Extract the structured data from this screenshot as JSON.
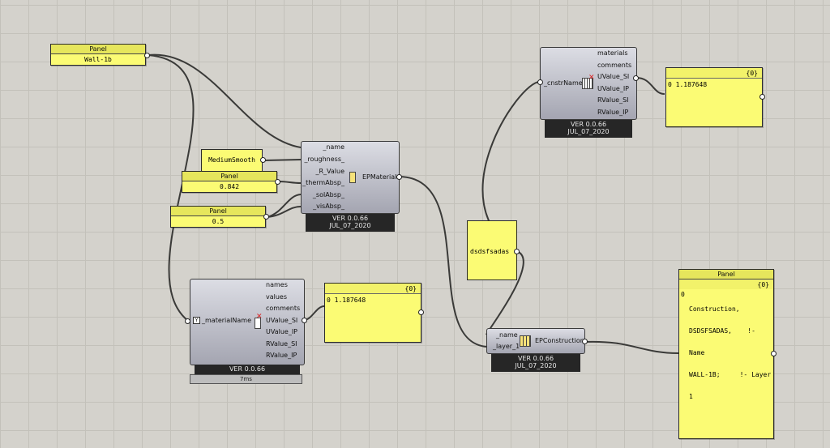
{
  "panel_wall": {
    "title": "Panel",
    "text": "Wall-1b"
  },
  "panel_roughness": {
    "text": "MediumSmooth"
  },
  "panel_therm": {
    "title": "Panel",
    "text": "0.842"
  },
  "panel_sol": {
    "title": "Panel",
    "text": "0.5"
  },
  "panel_text": {
    "text": "dsdsfsadas"
  },
  "epmaterial": {
    "inputs": [
      "_name",
      "_roughness_",
      "_R_Value",
      "_thermAbsp_",
      "_solAbsp_",
      "_visAbsp_"
    ],
    "output": "EPMaterial",
    "ver": "VER 0.0.66",
    "date": "JUL_07_2020"
  },
  "decompose_material": {
    "input": "_materialName",
    "outputs": [
      "names",
      "values",
      "comments",
      "UValue_SI",
      "UValue_IP",
      "RValue_SI",
      "RValue_IP"
    ],
    "ver": "VER 0.0.66",
    "date": "",
    "timer": "7ms"
  },
  "decompose_construction": {
    "input": "_cnstrName",
    "outputs": [
      "materials",
      "comments",
      "UValue_SI",
      "UValue_IP",
      "RValue_SI",
      "RValue_IP"
    ],
    "ver": "VER 0.0.66",
    "date": "JUL_07_2020"
  },
  "epconstruction": {
    "inputs": [
      "_name",
      "_layer_1"
    ],
    "output": "EPConstruction",
    "ver": "VER 0.0.66",
    "date": "JUL_07_2020"
  },
  "panel_uvalue_top": {
    "path": "{0}",
    "index": "0",
    "value": "1.187648"
  },
  "panel_uvalue_mid": {
    "path": "{0}",
    "index": "0",
    "value": "1.187648"
  },
  "panel_construction": {
    "title": "Panel",
    "path": "{0}",
    "index": "0",
    "lines": [
      "Construction,",
      "DSDSFSADAS,    !-",
      "Name",
      "WALL-1B;     !- Layer",
      "1"
    ]
  }
}
